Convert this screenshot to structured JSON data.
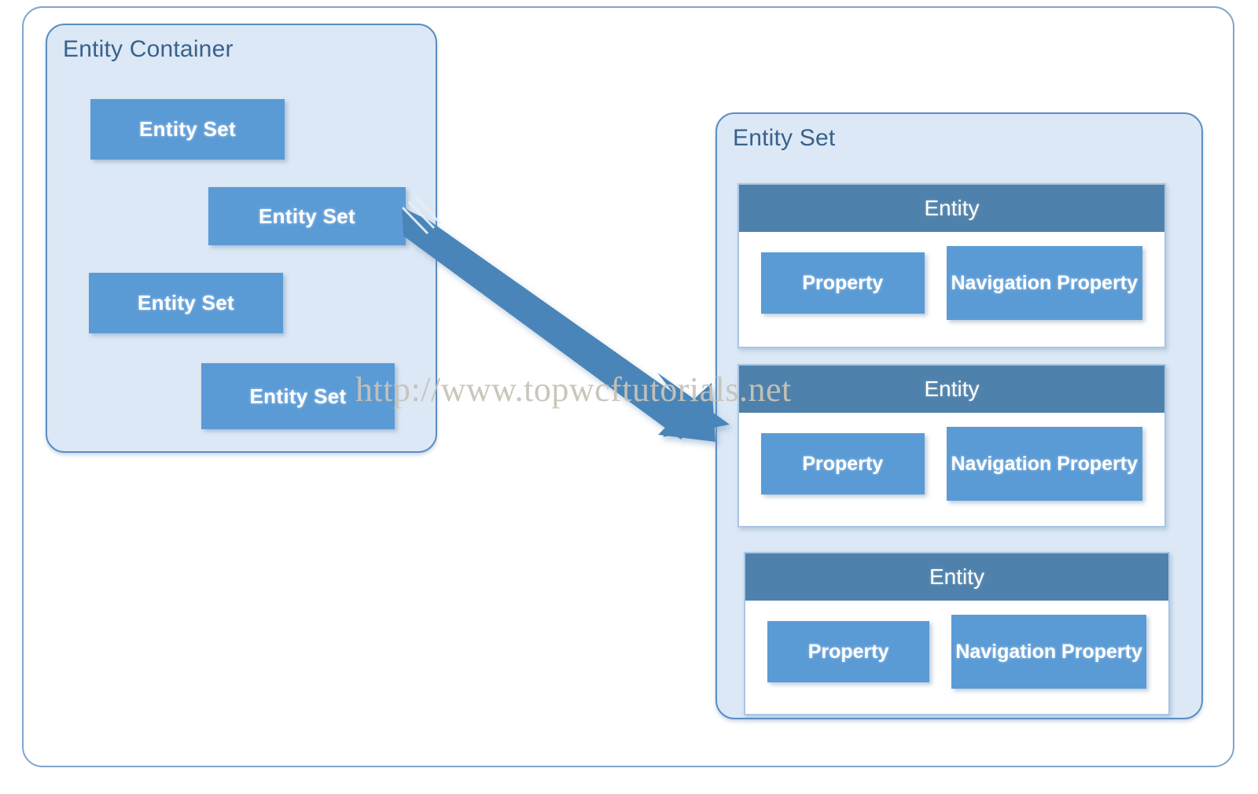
{
  "diagram": {
    "title": "OData Entity Container / Entity Set structure",
    "watermark": "http://www.topwcftutorials.net",
    "colors": {
      "panel_fill": "#dce8f5",
      "panel_border": "#5b8ec4",
      "chip_fill": "#5b9bd5",
      "entity_header_fill": "#4e81ab",
      "card_fill": "#ffffff",
      "card_border": "#a9c6e4",
      "title_text": "#38618d",
      "arrow_fill": "#4a85b8",
      "watermark_text": "#c8c3b8",
      "outer_frame": "#7fa5cc"
    }
  },
  "entity_container": {
    "title": "Entity Container",
    "entity_sets": [
      {
        "label": "Entity Set"
      },
      {
        "label": "Entity Set"
      },
      {
        "label": "Entity Set"
      },
      {
        "label": "Entity Set"
      }
    ]
  },
  "entity_set_panel": {
    "title": "Entity Set",
    "entities": [
      {
        "header": "Entity",
        "properties": [
          {
            "label": "Property",
            "type": "property"
          },
          {
            "label": "Navigation Property",
            "type": "navigation-property"
          }
        ]
      },
      {
        "header": "Entity",
        "properties": [
          {
            "label": "Property",
            "type": "property"
          },
          {
            "label": "Navigation Property",
            "type": "navigation-property"
          }
        ]
      },
      {
        "header": "Entity",
        "properties": [
          {
            "label": "Property",
            "type": "property"
          },
          {
            "label": "Navigation Property",
            "type": "navigation-property"
          }
        ]
      }
    ]
  },
  "connector": {
    "name": "entity-set-expands-to-entity-set-detail",
    "from": "entity_container.entity_sets.1",
    "to": "entity_set_panel"
  }
}
